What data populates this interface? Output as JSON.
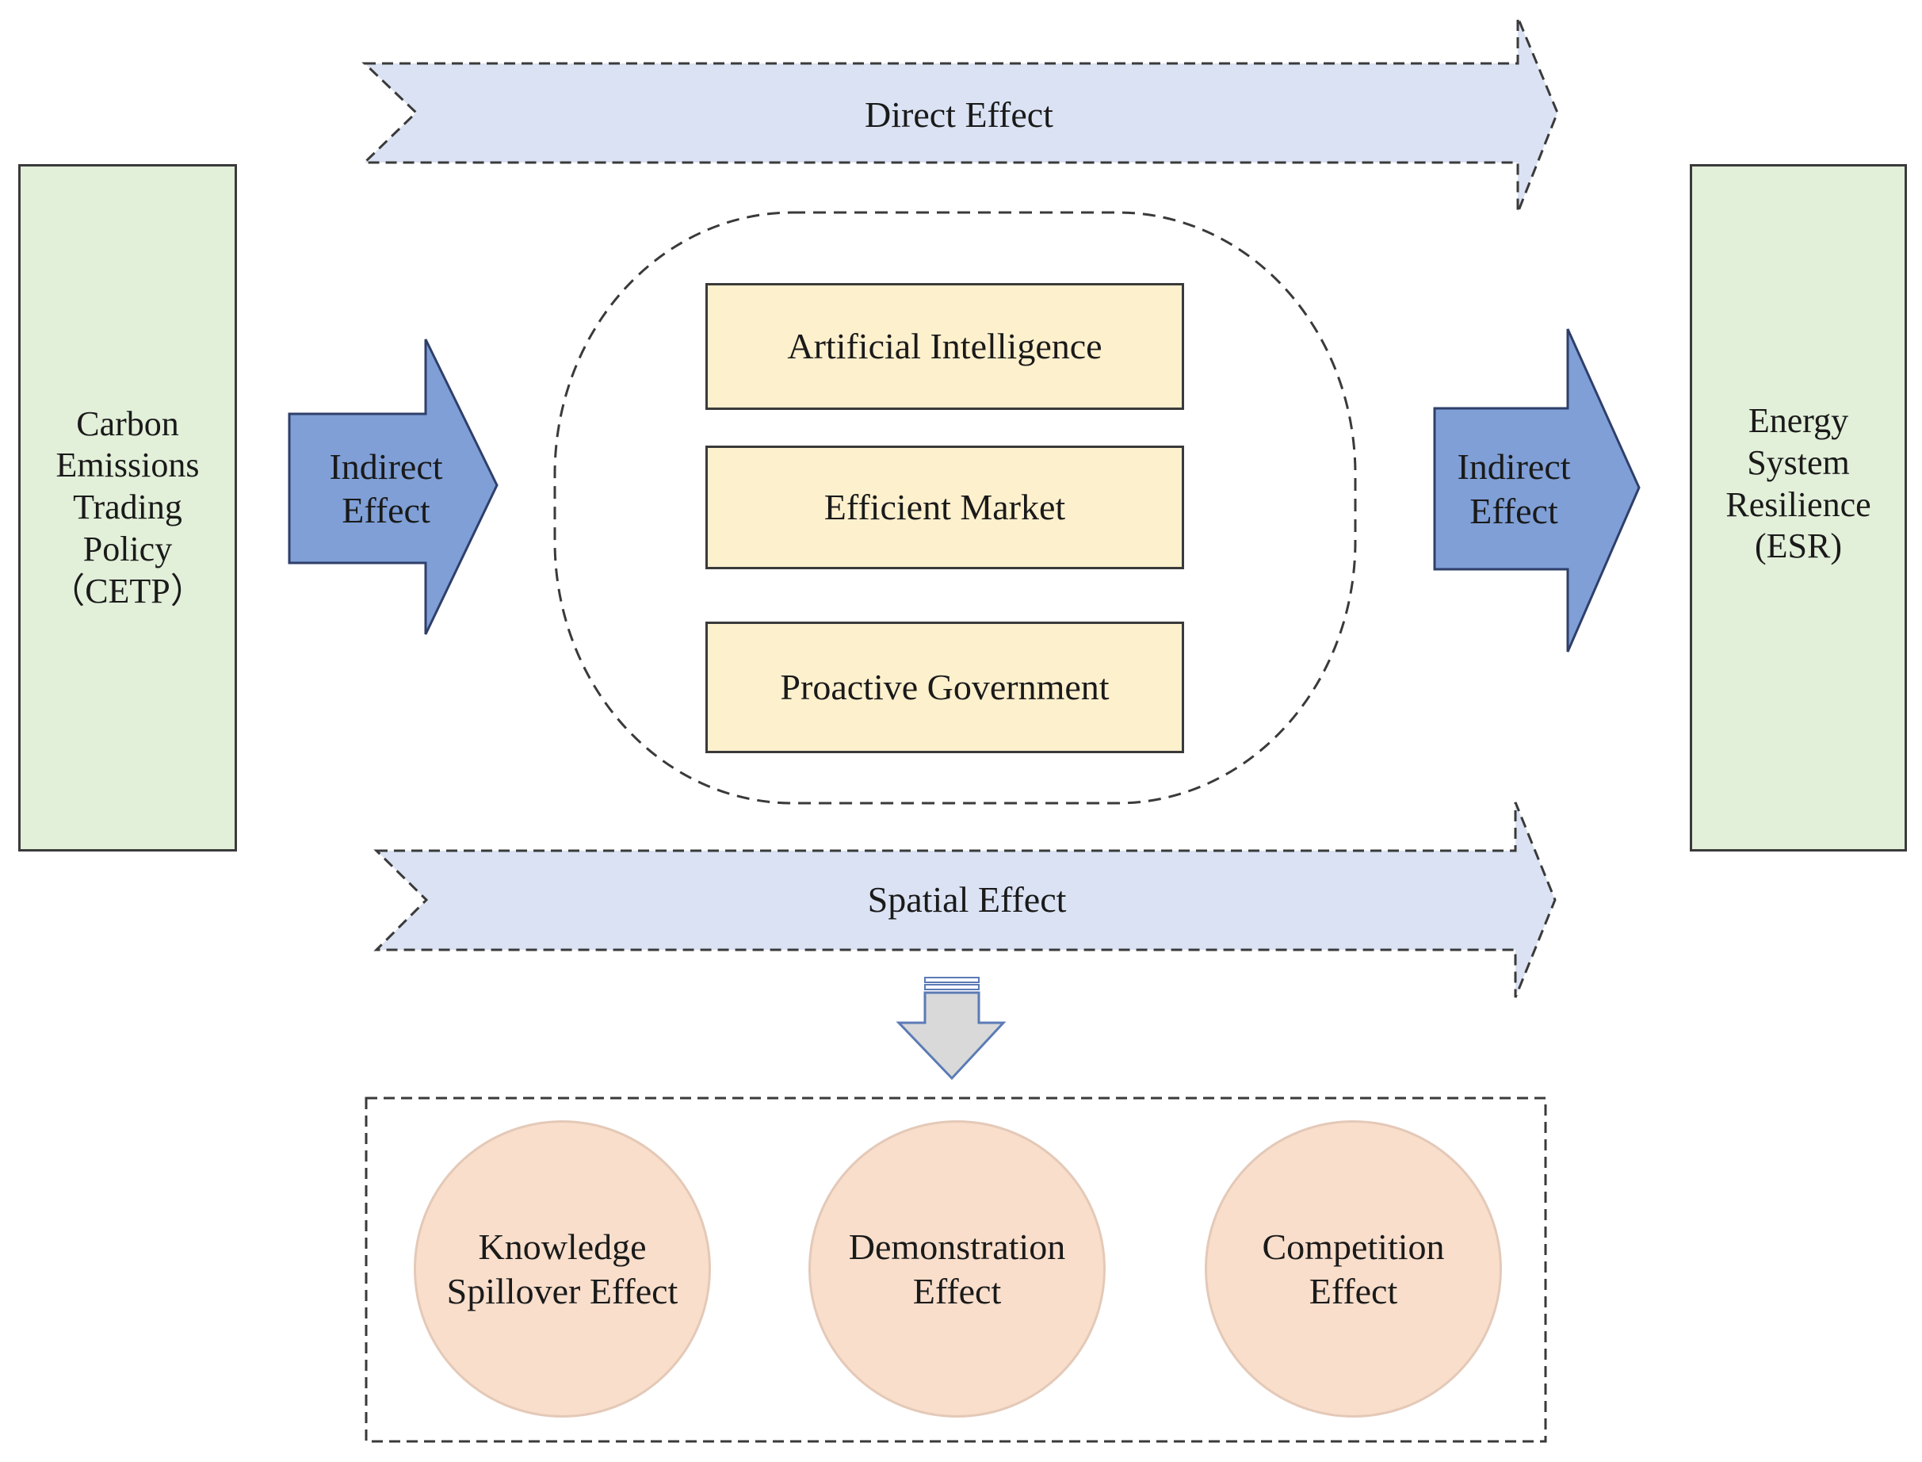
{
  "left_box": {
    "lines": [
      "Carbon",
      "Emissions",
      "Trading",
      "Policy",
      "（CETP）"
    ]
  },
  "right_box": {
    "lines": [
      "Energy",
      "System",
      "Resilience",
      "(ESR)"
    ]
  },
  "direct_effect": {
    "label": "Direct Effect"
  },
  "spatial_effect": {
    "label": "Spatial Effect"
  },
  "indirect_left": {
    "lines": [
      "Indirect",
      "Effect"
    ]
  },
  "indirect_right": {
    "lines": [
      "Indirect",
      "Effect"
    ]
  },
  "mechanisms": [
    {
      "label": "Artificial Intelligence"
    },
    {
      "label": "Efficient Market"
    },
    {
      "label": "Proactive Government"
    }
  ],
  "spatial_channels": [
    {
      "lines": [
        "Knowledge",
        "Spillover Effect"
      ]
    },
    {
      "lines": [
        "Demonstration",
        "Effect"
      ]
    },
    {
      "lines": [
        "Competition",
        "Effect"
      ]
    }
  ],
  "colors": {
    "green_box": "#e2efd9",
    "yellow_box": "#fdf0cd",
    "light_arrow": "#dae2f3",
    "blue_arrow": "#7f9fd6",
    "circle_fill": "#f8decb",
    "down_arrow": "#d9d9d9"
  }
}
